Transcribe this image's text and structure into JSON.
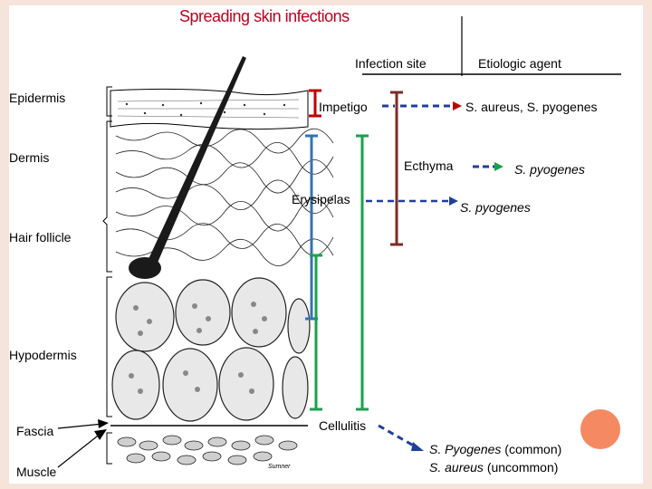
{
  "title": "Spreading skin infections",
  "headers": {
    "site": "Infection site",
    "agent": "Etiologic agent"
  },
  "layers": {
    "epidermis": "Epidermis",
    "dermis": "Dermis",
    "hair_follicle": "Hair follicle",
    "hypodermis": "Hypodermis",
    "fascia": "Fascia",
    "muscle": "Muscle"
  },
  "infections": [
    {
      "site": "Impetigo",
      "agent": "S.  aureus, S. pyogenes",
      "color": "#c00000"
    },
    {
      "site": "Ecthyma",
      "agent": "S. pyogenes",
      "color": "#7b2d26"
    },
    {
      "site": "Erysipelas",
      "agent": "S. pyogenes",
      "color": "#2e75b6"
    },
    {
      "site": "Cellulitis",
      "agent": "",
      "color": "#1aa14c"
    }
  ],
  "cellulitis_agents": {
    "line1_name": "S. Pyogenes",
    "line1_note": " (common)",
    "line2_name": "S.  aureus",
    "line2_note": " (uncommon)"
  },
  "arrow_color": "#1f3f9e",
  "skin_figure_credit": "Sumner"
}
